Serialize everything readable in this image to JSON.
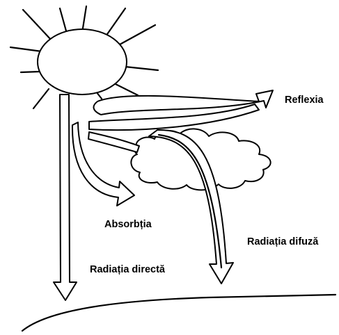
{
  "labels": {
    "reflexia": "Reflexia",
    "absorbtia": "Absorbția",
    "radiatia_difuza": "Radiația difuză",
    "radiatia_directa": "Radiația directă"
  },
  "colors": {
    "ink": "#000000",
    "background": "#ffffff"
  }
}
